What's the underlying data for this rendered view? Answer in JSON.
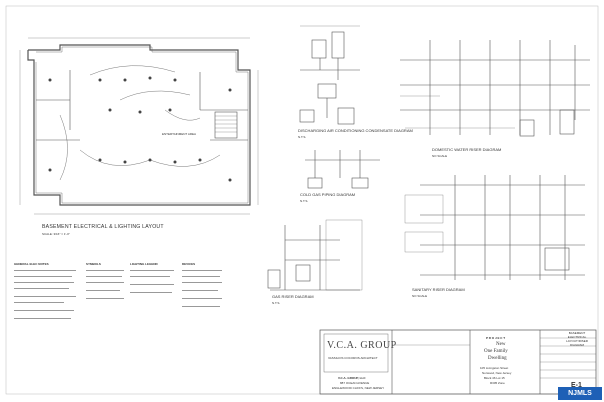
{
  "drawings": {
    "basement_title": "BASEMENT ELECTRICAL & LIGHTING LAYOUT",
    "basement_scale": "SCALE: 3/16\" = 1'-0\"",
    "entertainment_label": "ENTERTAINMENT AREA",
    "discharging_title": "DISCHARGING AIR CONDITIONING CONDENSATE DIAGRAM",
    "discharging_scale": "N.T.S.",
    "cold_gas_title": "COLD GAS PIPING DIAGRAM",
    "cold_gas_scale": "N.T.S.",
    "gas_riser_title": "GAS RISER DIAGRAM",
    "gas_riser_scale": "N.T.S.",
    "domestic_title": "DOMESTIC WATER RISER DIAGRAM",
    "domestic_scale": "NO SCALE",
    "sanitary_title": "SANITARY RISER DIAGRAM",
    "sanitary_scale": "NO SCALE"
  },
  "notes": {
    "general_title": "GENERAL ELEC NOTES",
    "symbols_title": "SYMBOLS",
    "lighting_title": "LIGHTING LEGEND",
    "devices_title": "DEVICES"
  },
  "title_block": {
    "firm_name": "V.C.A. GROUP",
    "firm_sub": "VASSILIOS COCOROS ARCHITECT",
    "company": "V.C.A. GROUP, LLC",
    "address1": "887 OCEAN AVENUE",
    "address2": "ENGLEWOOD CLIFFS, NEW JERSEY",
    "project_label": "P R O J E C T",
    "project_line1": "New",
    "project_line2": "One Family",
    "project_line3": "Dwelling",
    "site1": "105 Livingston Street",
    "site2": "Norwood, New Jersey",
    "site3": "Block 46  Lot 15",
    "site4": "R305 Zone",
    "sheet_title": "BASEMENT ELECTRICAL LAYOUT/RISER DIAGRAM",
    "sheet_number": "E-1"
  },
  "watermark": {
    "badge": "NJMLS"
  },
  "colors": {
    "line": "#555555",
    "badge": "#1e60b6"
  }
}
